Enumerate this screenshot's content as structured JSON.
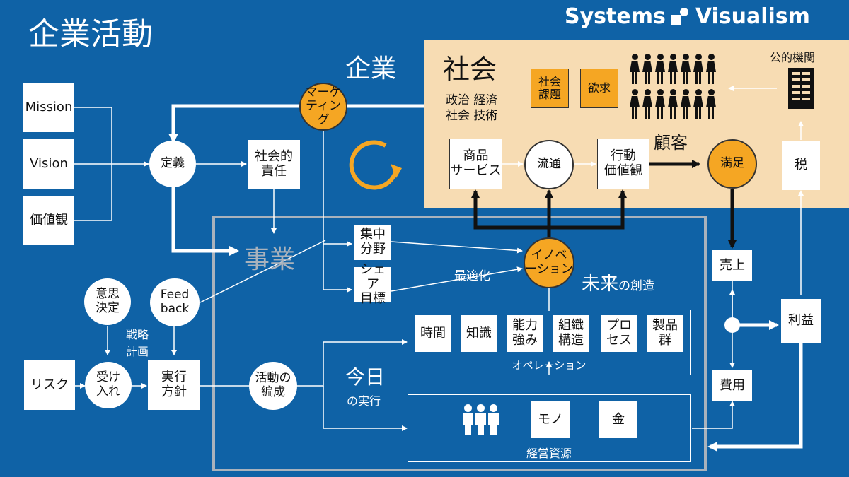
{
  "title": "企業活動",
  "brand": {
    "left": "Systems",
    "right": "Visualism"
  },
  "labels": {
    "company": "企業",
    "business": "事業",
    "society": "社会",
    "society_aspects": "政治 経済\n社会 技術",
    "customer": "顧客",
    "public_agency": "公的機関",
    "strategy": "戦略\n計画",
    "optimize": "最適化",
    "future_big": "未来",
    "future_rest": "の創造",
    "today_big": "今日",
    "today_rest": "の実行",
    "operation": "オペレーション",
    "resources": "経営資源"
  },
  "inputs": {
    "mission": "Mission",
    "vision": "Vision",
    "values": "価値観"
  },
  "nodes": {
    "definition": "定義",
    "marketing": "マーケ\nティング",
    "social_responsibility": "社会的\n責任",
    "focus_area": "集中\n分野",
    "share_target": "シェア\n目標",
    "innovation": "イノベ\nーション",
    "social_issue": "社会\n課題",
    "desire": "欲求",
    "product_service": "商品\nサービス",
    "distribution": "流通",
    "behavior_values": "行動\n価値観",
    "satisfaction": "満足",
    "tax": "税",
    "sales": "売上",
    "profit": "利益",
    "cost": "費用",
    "decision": "意思\n決定",
    "feedback": "Feed\nback",
    "risk": "リスク",
    "acceptance": "受け\n入れ",
    "execution_policy": "実行\n方針",
    "activity_org": "活動の\n編成"
  },
  "operation_items": [
    "時間",
    "知識",
    "能力\n強み",
    "組織\n構造",
    "プロ\nセス",
    "製品\n群"
  ],
  "resource_items": {
    "goods": "モノ",
    "money": "金"
  },
  "colors": {
    "background": "#0f62a6",
    "society": "#f7dcb3",
    "orange": "#f5a623",
    "frame": "#a9b2bc"
  }
}
